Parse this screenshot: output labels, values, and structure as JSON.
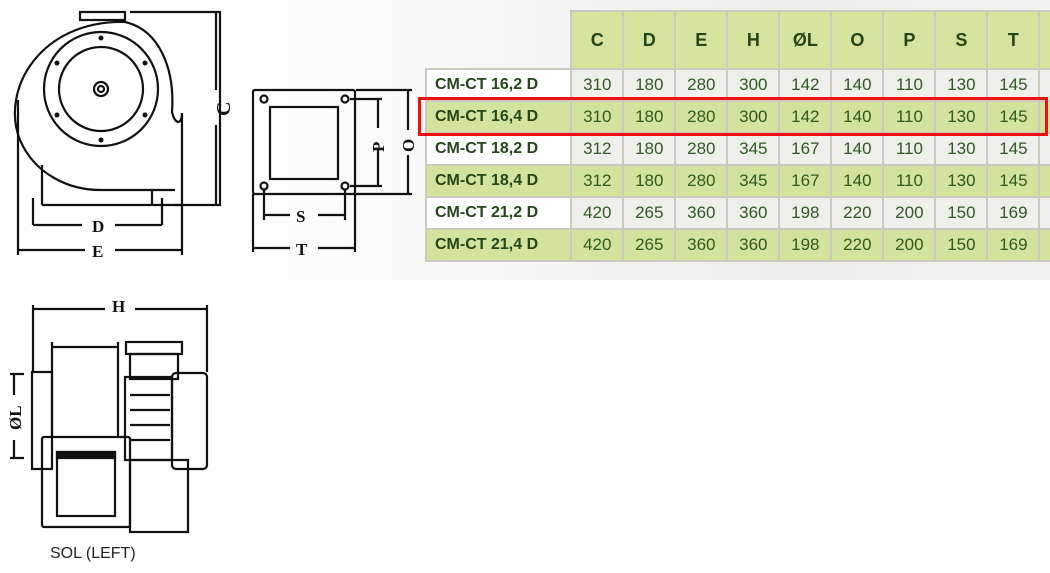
{
  "table": {
    "columns": [
      "C",
      "D",
      "E",
      "H",
      "ØL",
      "O",
      "P",
      "S",
      "T"
    ],
    "rows": [
      {
        "model": "CM-CT 16,2 D",
        "values": [
          "310",
          "180",
          "280",
          "300",
          "142",
          "140",
          "110",
          "130",
          "145"
        ]
      },
      {
        "model": "CM-CT 16,4 D",
        "values": [
          "310",
          "180",
          "280",
          "300",
          "142",
          "140",
          "110",
          "130",
          "145"
        ]
      },
      {
        "model": "CM-CT 18,2 D",
        "values": [
          "312",
          "180",
          "280",
          "345",
          "167",
          "140",
          "110",
          "130",
          "145"
        ]
      },
      {
        "model": "CM-CT 18,4 D",
        "values": [
          "312",
          "180",
          "280",
          "345",
          "167",
          "140",
          "110",
          "130",
          "145"
        ]
      },
      {
        "model": "CM-CT 21,2 D",
        "values": [
          "420",
          "265",
          "360",
          "360",
          "198",
          "220",
          "200",
          "150",
          "169"
        ]
      },
      {
        "model": "CM-CT 21,4 D",
        "values": [
          "420",
          "265",
          "360",
          "360",
          "198",
          "220",
          "200",
          "150",
          "169"
        ]
      }
    ],
    "highlighted_row": "CM-CT 16,4 D",
    "highlight_color": "#ee1111"
  },
  "drawing": {
    "front_labels": {
      "c": "C",
      "d": "D",
      "e": "E"
    },
    "flange_labels": {
      "p": "P",
      "o": "O",
      "s": "S",
      "t": "T"
    },
    "side_labels": {
      "h": "H",
      "l": "ØL"
    },
    "side_caption": "SOL (LEFT)"
  }
}
